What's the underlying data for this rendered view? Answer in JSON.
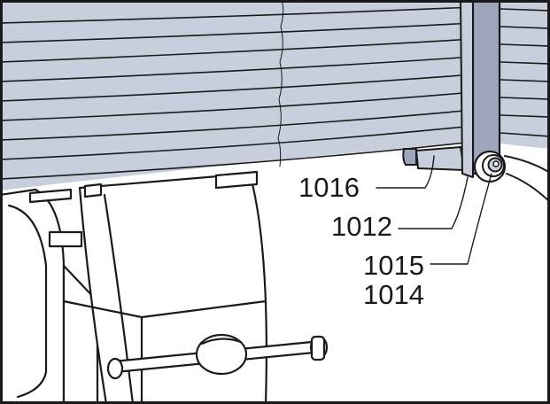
{
  "callouts": {
    "c1016": "1016",
    "c1012": "1012",
    "c1015": "1015",
    "c1014": "1014"
  },
  "colors": {
    "slat_fill": "#c8cfdc",
    "bracket_fill": "#9ea6bd",
    "outline": "#1a1a1a",
    "background": "#ffffff"
  }
}
